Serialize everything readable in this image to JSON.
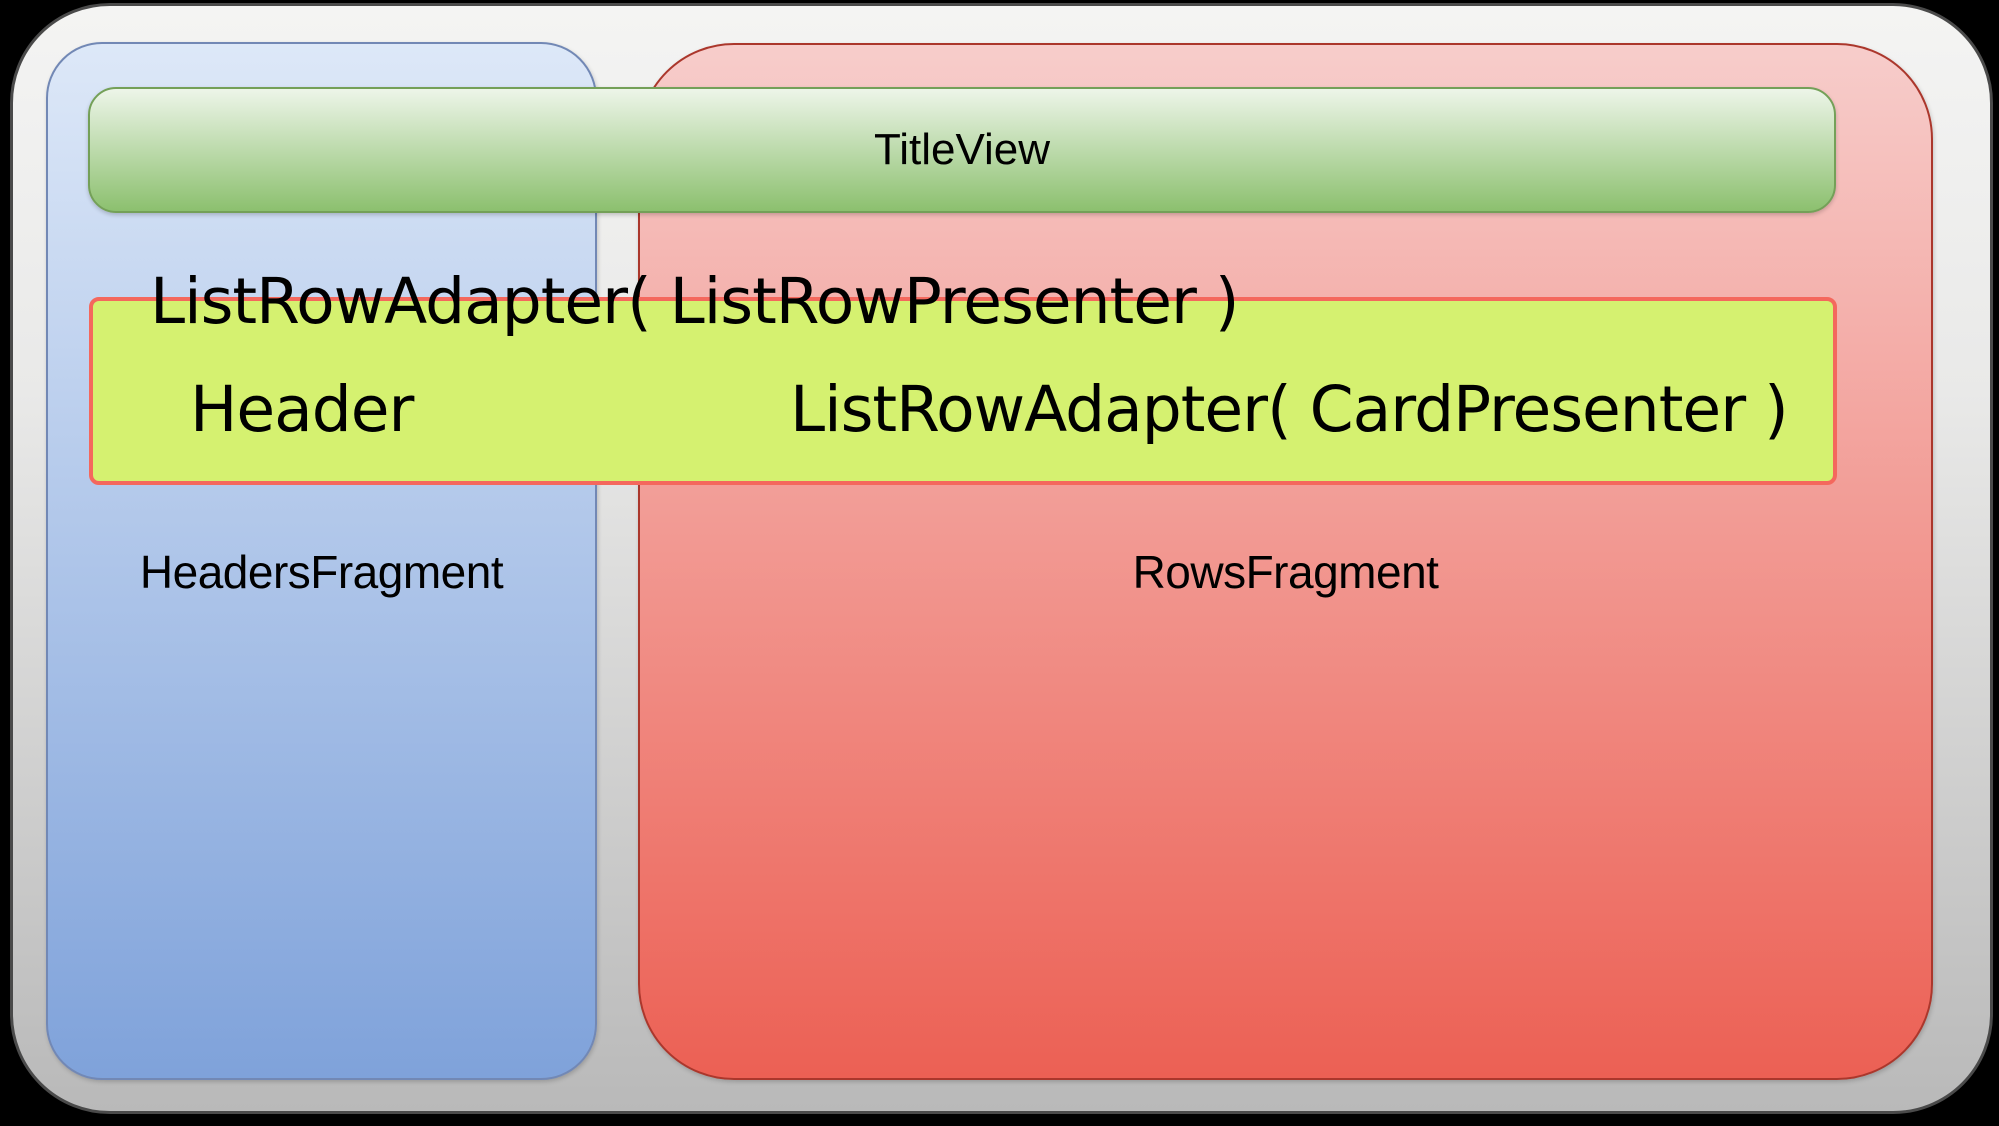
{
  "diagram": {
    "title_bar": {
      "label": "TitleView"
    },
    "adapter_overlay": {
      "label": "ListRowAdapter( ListRowPresenter )"
    },
    "adapter_box": {
      "header_label": "Header",
      "card_label": "ListRowAdapter( CardPresenter )"
    },
    "headers_fragment": {
      "label": "HeadersFragment"
    },
    "rows_fragment": {
      "label": "RowsFragment"
    }
  },
  "colors": {
    "background": "#000000",
    "frame_fill_top": "#f4f4f3",
    "frame_fill_bottom": "#b9b9b9",
    "frame_border": "#4a4a4a",
    "headers_box_top": "#dde8f8",
    "headers_box_bottom": "#7fa2da",
    "headers_box_border": "#7288b5",
    "rows_box_top": "#f7cdcb",
    "rows_box_bottom": "#ec6054",
    "rows_box_border": "#ab372c",
    "title_bar_top": "#edf5e9",
    "title_bar_bottom": "#8cc06f",
    "title_bar_border": "#74a058",
    "adapter_box_fill": "#d5f170",
    "adapter_box_border": "#f4685d",
    "text": "#000000"
  }
}
